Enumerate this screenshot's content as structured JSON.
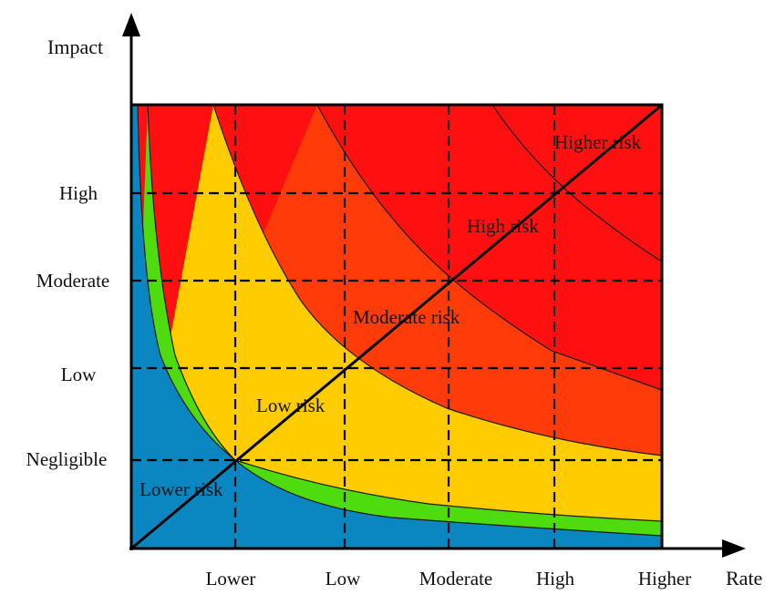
{
  "axes": {
    "x_title": "Rate",
    "y_title": "Impact",
    "x_ticks": [
      "Lower",
      "Low",
      "Moderate",
      "High",
      "Higher"
    ],
    "y_ticks": [
      "High",
      "Moderate",
      "Low",
      "Negligible"
    ]
  },
  "zones": [
    {
      "name": "lower-risk",
      "label": "Lower risk",
      "color": "#0a86c0"
    },
    {
      "name": "low-risk",
      "label": "Low risk",
      "color": "#4fdc0e"
    },
    {
      "name": "moderate-risk",
      "label": "Moderate risk",
      "color": "#ffcc00"
    },
    {
      "name": "high-risk",
      "label": "High risk",
      "color": "#ff3b0a"
    },
    {
      "name": "higher-risk",
      "label": "Higher risk",
      "color": "#ff0f0f"
    }
  ],
  "colors": {
    "axis": "#000000",
    "grid": "#000000",
    "frame": "#000000"
  }
}
